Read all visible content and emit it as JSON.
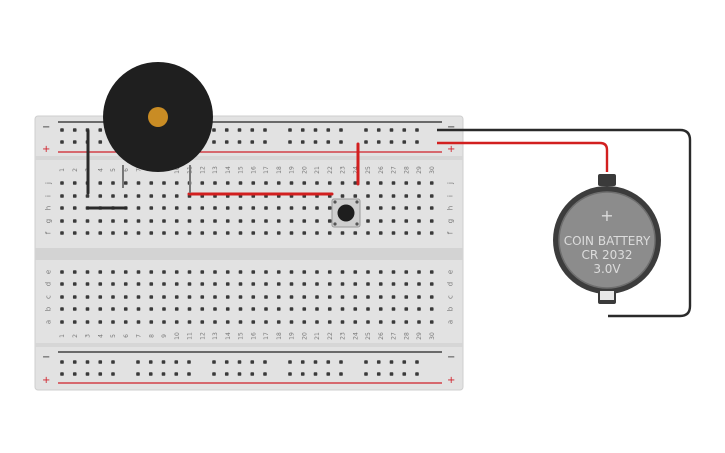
{
  "breadboard": {
    "rail_minus": "−",
    "rail_plus": "+",
    "columns": [
      "1",
      "2",
      "3",
      "4",
      "5",
      "6",
      "7",
      "8",
      "9",
      "10",
      "11",
      "12",
      "13",
      "14",
      "15",
      "16",
      "17",
      "18",
      "19",
      "20",
      "21",
      "22",
      "23",
      "24",
      "25",
      "26",
      "27",
      "28",
      "29",
      "30"
    ],
    "rows_top": [
      "j",
      "i",
      "h",
      "g",
      "f"
    ],
    "rows_bottom": [
      "e",
      "d",
      "c",
      "b",
      "a"
    ]
  },
  "battery": {
    "line1": "COIN BATTERY",
    "line2": "CR 2032",
    "line3": "3.0V",
    "plus_symbol": "+"
  },
  "colors": {
    "board": "#e2e2e2",
    "board_stripe": "#d3d3d3",
    "hole": "#3a3a3a",
    "rail_red": "#d0202a",
    "rail_black": "#222222",
    "wire_red": "#d21f1f",
    "wire_black": "#2a2a2a",
    "buzzer": "#1f1f1f",
    "buzzer_pin": "#c98c24",
    "battery_body": "#3c3c3c"
  },
  "components": [
    "breadboard",
    "piezo-buzzer",
    "pushbutton",
    "coin-battery",
    "wire-red",
    "wire-black"
  ]
}
